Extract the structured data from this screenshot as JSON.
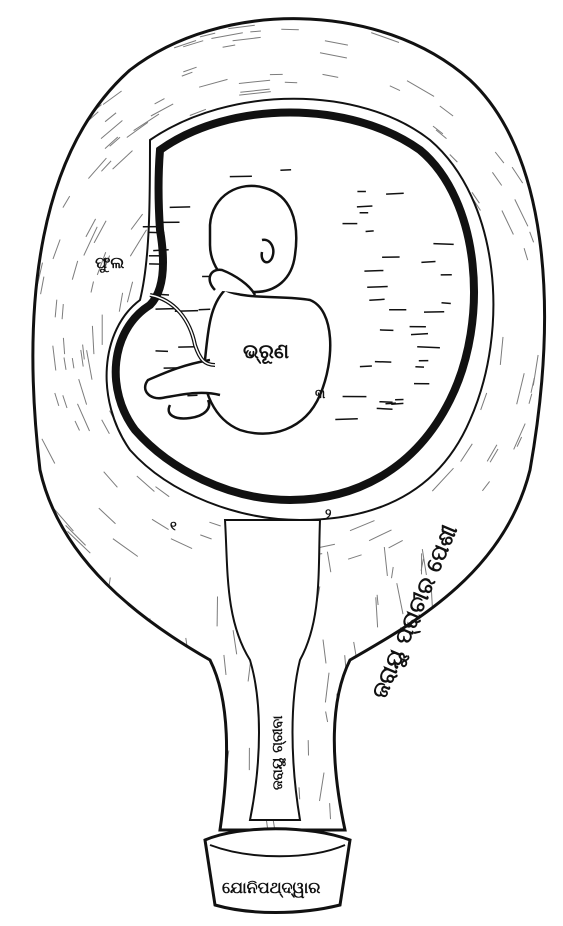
{
  "labels": {
    "fetus": "ଭ୍ରୂଣ",
    "uterine_wall": "ଜରାୟୁ ପ୍ରାଚୀର ପେଶୀ",
    "cervical_canal": "ଜରାୟୁ ଗ୍ରୀବା",
    "vaginal_canal": "ଯୋନିପଥ୍ଦ୍ୱାର",
    "placenta": "ଫୁଲ",
    "mark_1": "୧",
    "mark_2": "୨",
    "mark_3": "୩"
  },
  "colors": {
    "ink": "#111111",
    "paper": "#ffffff"
  }
}
